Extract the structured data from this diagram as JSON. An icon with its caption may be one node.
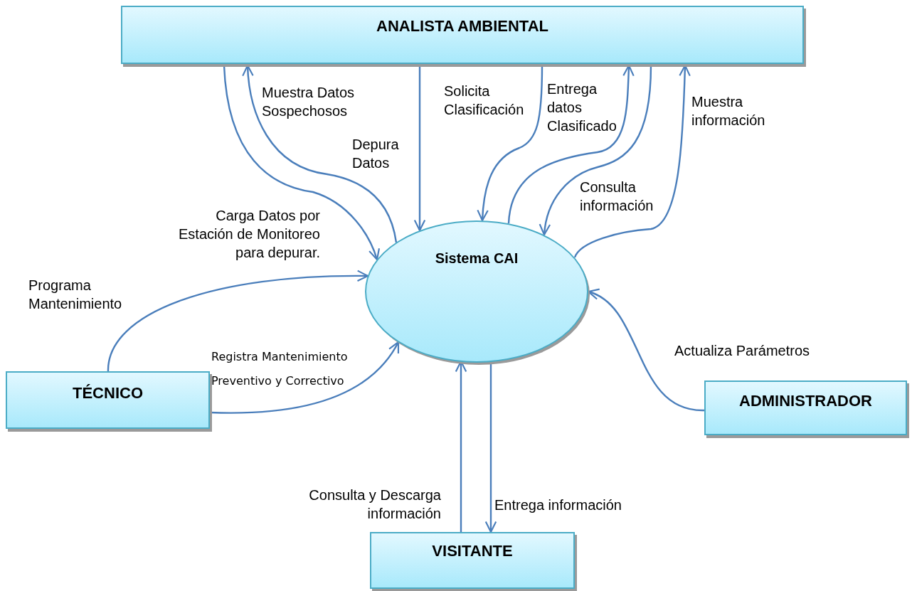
{
  "diagram": {
    "nodes": [
      {
        "text": [
          "ANALISTA AMBIENTAL"
        ]
      },
      {
        "text": [
          "Sistema CAI"
        ]
      },
      {
        "text": [
          "TÉCNICO"
        ]
      },
      {
        "text": [
          "ADMINISTRADOR"
        ]
      },
      {
        "text": [
          "VISITANTE"
        ]
      }
    ],
    "edges": [
      {
        "from": 0,
        "to": 1,
        "arrow": "to",
        "label": "Carga Datos por Estación de Monitoreo para depurar."
      },
      {
        "from": 1,
        "to": 0,
        "arrow": "to",
        "label": "Muestra Datos Sospechosos"
      },
      {
        "from": 0,
        "to": 1,
        "arrow": "to",
        "label": "Depura Datos"
      },
      {
        "from": 0,
        "to": 1,
        "arrow": "to",
        "label": "Solicita Clasificación"
      },
      {
        "from": 1,
        "to": 0,
        "arrow": "to",
        "label": "Entrega datos Clasificado"
      },
      {
        "from": 0,
        "to": 1,
        "arrow": "to",
        "label": "Consulta información"
      },
      {
        "from": 1,
        "to": 0,
        "arrow": "to",
        "label": "Muestra información"
      },
      {
        "from": 2,
        "to": 1,
        "arrow": "to",
        "label": "Programa Mantenimiento"
      },
      {
        "from": 2,
        "to": 1,
        "arrow": "to",
        "label": "Registra Mantenimiento Preventivo y Correctivo"
      },
      {
        "from": 3,
        "to": 1,
        "arrow": "to",
        "label": "Actualiza Parámetros"
      },
      {
        "from": 4,
        "to": 1,
        "arrow": "to",
        "label": "Consulta y Descarga información"
      },
      {
        "from": 1,
        "to": 4,
        "arrow": "to",
        "label": "Entrega información"
      }
    ]
  }
}
